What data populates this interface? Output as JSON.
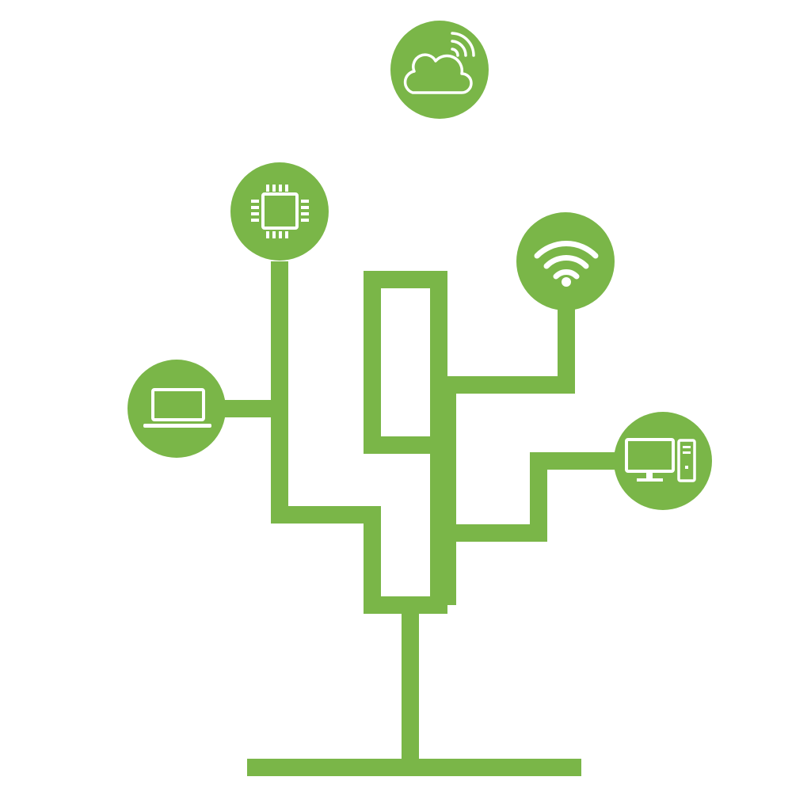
{
  "colors": {
    "accent": "#7ab648",
    "icon": "#ffffff",
    "background": "#ffffff"
  },
  "diagram": {
    "type": "network-tree",
    "nodes": [
      {
        "id": "cloud",
        "icon": "cloud-signal-icon"
      },
      {
        "id": "chip",
        "icon": "microchip-icon"
      },
      {
        "id": "wifi",
        "icon": "wifi-icon"
      },
      {
        "id": "laptop",
        "icon": "laptop-icon"
      },
      {
        "id": "desktop",
        "icon": "desktop-computer-icon"
      }
    ],
    "edges": [
      {
        "from": "trunk",
        "to": "cloud"
      },
      {
        "from": "trunk",
        "to": "chip"
      },
      {
        "from": "chip",
        "to": "laptop"
      },
      {
        "from": "trunk",
        "to": "wifi"
      },
      {
        "from": "trunk",
        "to": "desktop"
      }
    ]
  }
}
